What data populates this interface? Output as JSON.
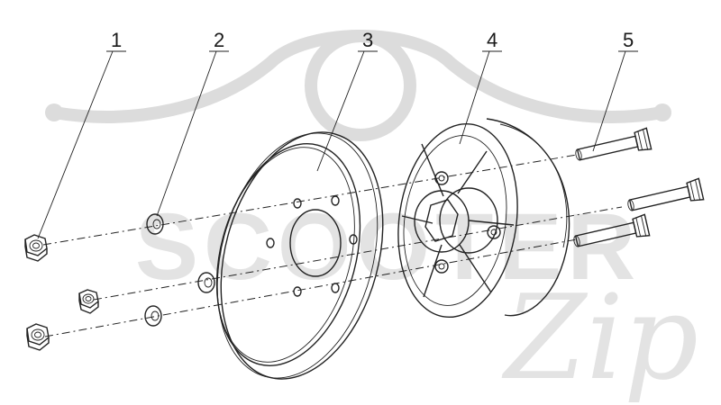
{
  "diagram": {
    "callouts": [
      {
        "id": "1",
        "label": "1"
      },
      {
        "id": "2",
        "label": "2"
      },
      {
        "id": "3",
        "label": "3"
      },
      {
        "id": "4",
        "label": "4"
      },
      {
        "id": "5",
        "label": "5"
      }
    ]
  },
  "watermark": {
    "text": "SCOOTER",
    "script": "Zip",
    "color": "#d9d9d9"
  },
  "colors": {
    "line": "#222222",
    "background": "#ffffff"
  }
}
